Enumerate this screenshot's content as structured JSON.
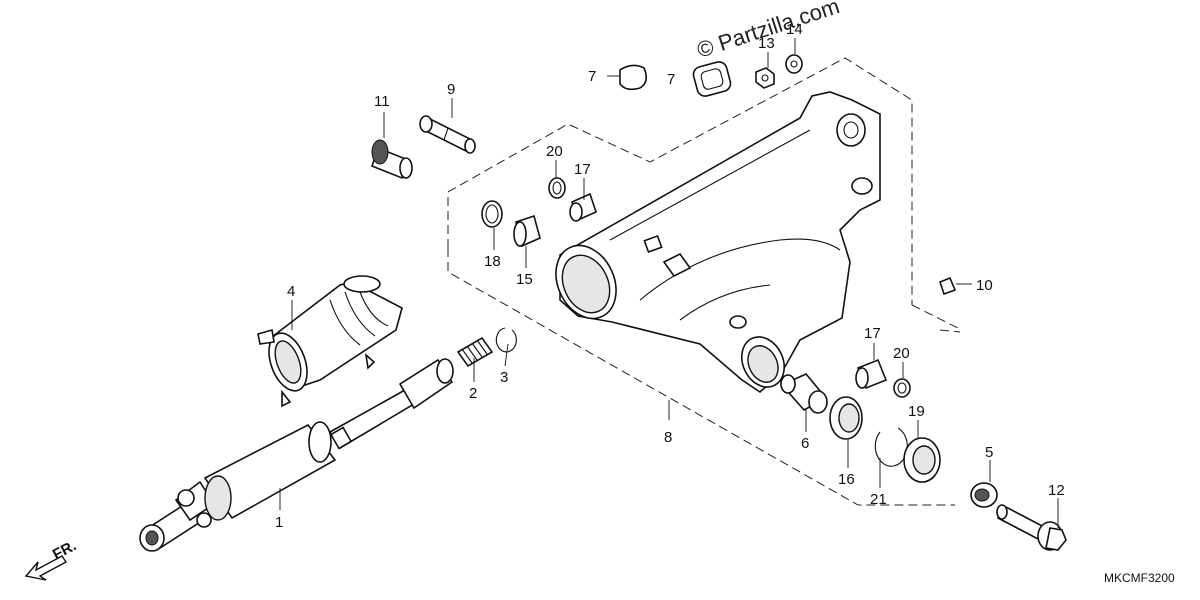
{
  "watermark": "© Partzilla.com",
  "diagram_code": "MKCMF3200",
  "front_indicator": "FR.",
  "callouts": {
    "c1": "1",
    "c2": "2",
    "c3": "3",
    "c4": "4",
    "c5": "5",
    "c6": "6",
    "c7a": "7",
    "c7b": "7",
    "c8": "8",
    "c9": "9",
    "c10": "10",
    "c11": "11",
    "c12": "12",
    "c13": "13",
    "c14": "14",
    "c15": "15",
    "c16": "16",
    "c17a": "17",
    "c17b": "17",
    "c18": "18",
    "c19": "19",
    "c20a": "20",
    "c20b": "20",
    "c21": "21"
  }
}
